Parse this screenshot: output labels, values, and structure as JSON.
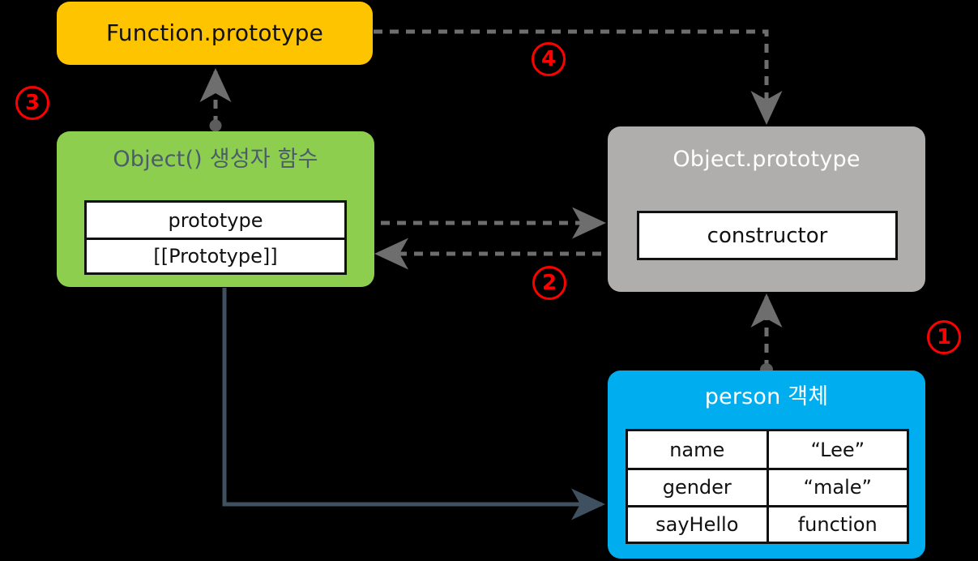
{
  "diagram": {
    "title": "JavaScript prototype chain diagram",
    "background": "#000000",
    "colors": {
      "function_prototype_box": "#FEC400",
      "object_constructor_box": "#8DCE4F",
      "object_prototype_box": "#B0AEAC",
      "person_object_box": "#00AEEF",
      "dashed_link": "#6E6E6E",
      "solid_link": "#3F5061",
      "step_marker": "#FF0000",
      "inner_table_border": "#111111",
      "inner_table_fill": "#FFFFFF"
    }
  },
  "nodes": {
    "function_prototype": {
      "title": "Function.prototype"
    },
    "object_constructor": {
      "title": "Object() 생성자 함수",
      "rows": [
        {
          "cells": [
            "prototype"
          ]
        },
        {
          "cells": [
            "[[Prototype]]"
          ]
        }
      ]
    },
    "object_prototype": {
      "title": "Object.prototype",
      "rows": [
        {
          "cells": [
            "constructor"
          ]
        }
      ]
    },
    "person_object": {
      "title": "person 객체",
      "rows": [
        {
          "cells": [
            "name",
            "“Lee”"
          ]
        },
        {
          "cells": [
            "gender",
            "“male”"
          ]
        },
        {
          "cells": [
            "sayHello",
            "function"
          ]
        }
      ]
    }
  },
  "steps": [
    {
      "id": "1",
      "label": "①",
      "text": "1"
    },
    {
      "id": "2",
      "label": "②",
      "text": "2"
    },
    {
      "id": "3",
      "label": "③",
      "text": "3"
    },
    {
      "id": "4",
      "label": "④",
      "text": "4"
    }
  ],
  "links": [
    {
      "id": "person-to-object-prototype",
      "style": "dashed",
      "from": "person 객체",
      "to": "Object.prototype",
      "step": "1"
    },
    {
      "id": "object-constructor-prototype-to-object-prototype",
      "style": "dashed",
      "from": "Object() 생성자 함수 . prototype",
      "to": "Object.prototype",
      "step": "2"
    },
    {
      "id": "object-prototype-constructor-to-object-constructor",
      "style": "dashed",
      "from": "Object.prototype . constructor",
      "to": "Object() 생성자 함수",
      "step": "2"
    },
    {
      "id": "object-constructor-to-function-prototype",
      "style": "dashed",
      "from": "Object() 생성자 함수",
      "to": "Function.prototype",
      "step": "3"
    },
    {
      "id": "function-prototype-to-object-prototype",
      "style": "dashed",
      "from": "Function.prototype",
      "to": "Object.prototype",
      "step": "4"
    },
    {
      "id": "object-constructor-to-person",
      "style": "solid",
      "from": "Object() 생성자 함수",
      "to": "person 객체"
    }
  ]
}
